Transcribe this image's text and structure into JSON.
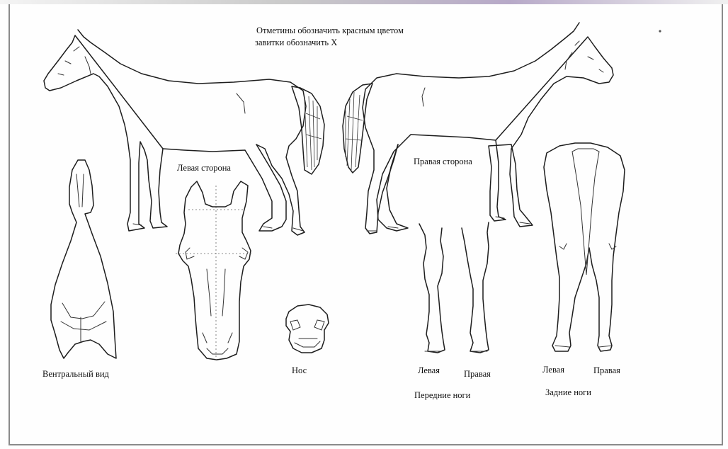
{
  "instructions": {
    "line1": "Отметины обозначить красным цветом",
    "line2": "завитки обозначить X"
  },
  "views": {
    "left_side": "Левая сторона",
    "right_side": "Правая сторона",
    "ventral": "Вентральный вид",
    "nose": "Нос",
    "front_left": "Левая",
    "front_right": "Правая",
    "front_legs": "Передние  ноги",
    "hind_left": "Левая",
    "hind_right": "Правая",
    "hind_legs": "Задние ноги"
  },
  "colors": {
    "line": "#1d1d1d",
    "paper": "#fefefe",
    "frame": "#8a8a8a"
  }
}
